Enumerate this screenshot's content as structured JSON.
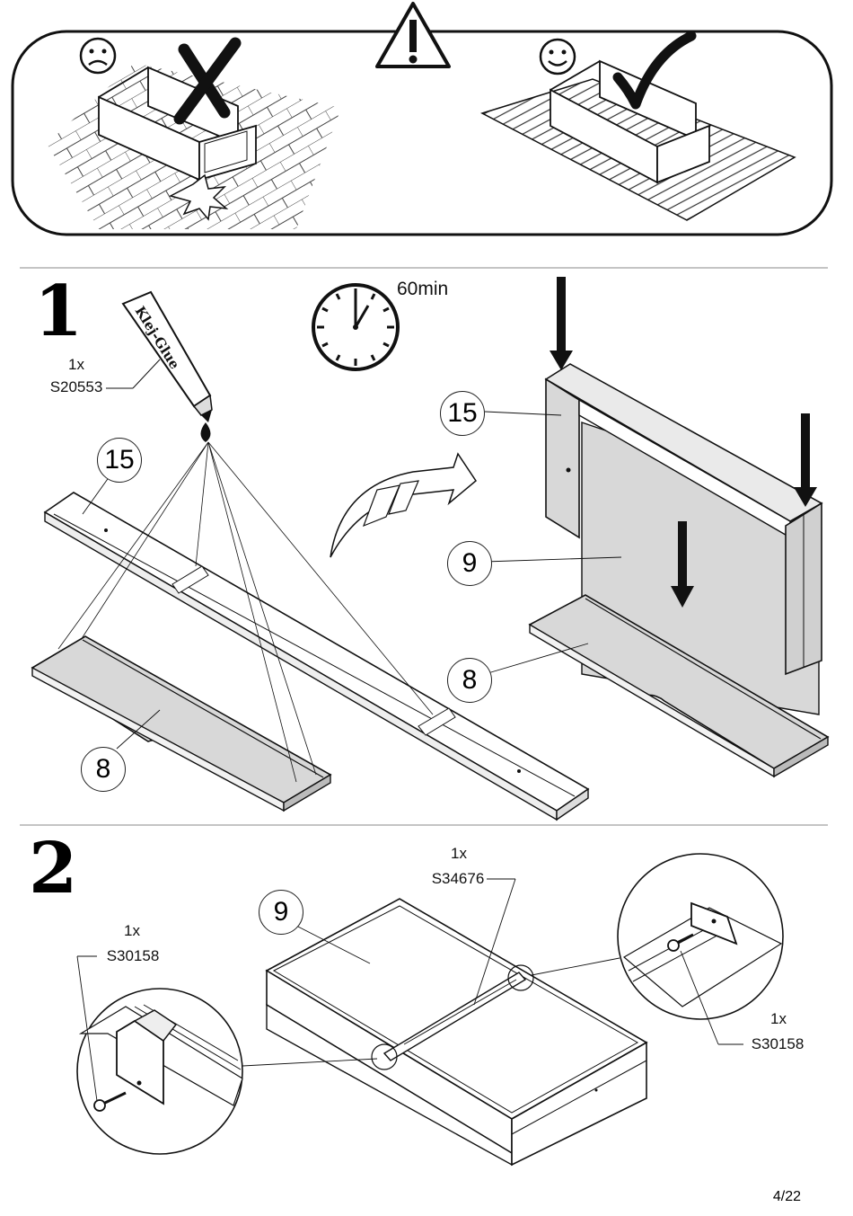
{
  "warning": {
    "bad_face": "sad-face",
    "good_face": "happy-face",
    "bad_mark": "cross",
    "good_mark": "check",
    "sign": "!"
  },
  "step1": {
    "number": "1",
    "glue": {
      "qty": "1x",
      "code": "S20553",
      "brand": "Klej-Glue"
    },
    "timer": "60min",
    "parts": {
      "rail": "15",
      "back_panel": "9",
      "base": "8"
    }
  },
  "step2": {
    "number": "2",
    "panel": "9",
    "screw_left": {
      "qty": "1x",
      "code": "S30158"
    },
    "bracket": {
      "qty": "1x",
      "code": "S34676"
    },
    "screw_right": {
      "qty": "1x",
      "code": "S30158"
    }
  },
  "page_number": "4/22"
}
